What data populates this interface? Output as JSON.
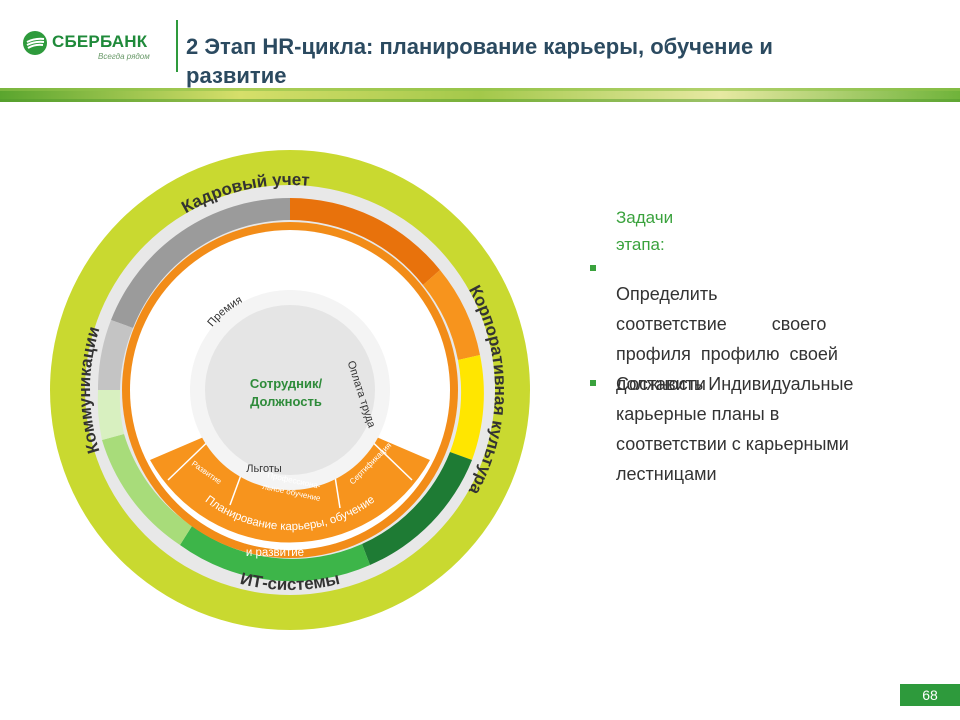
{
  "header": {
    "brand_name": "СБЕРБАНК",
    "brand_tagline": "Всегда рядом",
    "title": "2 Этап HR-цикла: планирование карьеры, обучение и развитие"
  },
  "diagram": {
    "outer_labels": {
      "top": "Кадровый учет",
      "right": "Корпоративная культура",
      "bottom": "ИТ-системы",
      "left": "Коммуникации"
    },
    "center_label_line1": "Сотрудник/",
    "center_label_line2": "Должность",
    "inner_labels": {
      "bonus": "Премия",
      "pay": "Оплата труда",
      "benefits": "Льготы"
    },
    "orange_band": {
      "development": "Развитие",
      "prof_training_line1": "Профессиона-",
      "prof_training_line2": "льное обучение",
      "certification": "Сертификация",
      "main_line1": "Планирование карьеры, обучение",
      "main_line2": "и развитие"
    },
    "colors": {
      "outer_ring": "#c9d930",
      "orange": "#f7941d",
      "dark_orange": "#e8720c",
      "yellow": "#ffe600",
      "dark_green": "#1e7b34",
      "green": "#3db549",
      "light_green": "#8fd36a",
      "grey": "#9b9b9b",
      "center": "#e5e5e5"
    }
  },
  "tasks": {
    "heading_line1": "Задачи",
    "heading_line2": "этапа:",
    "item1_lines": [
      "Определить",
      "соответствие         своего",
      "профиля  профилю  своей",
      "должности"
    ],
    "item2_lines": [
      "Составить Индивидуальные",
      "карьерные планы в",
      "соответствии с карьерными",
      "лестницами"
    ]
  },
  "footer": {
    "page_number": "68"
  }
}
